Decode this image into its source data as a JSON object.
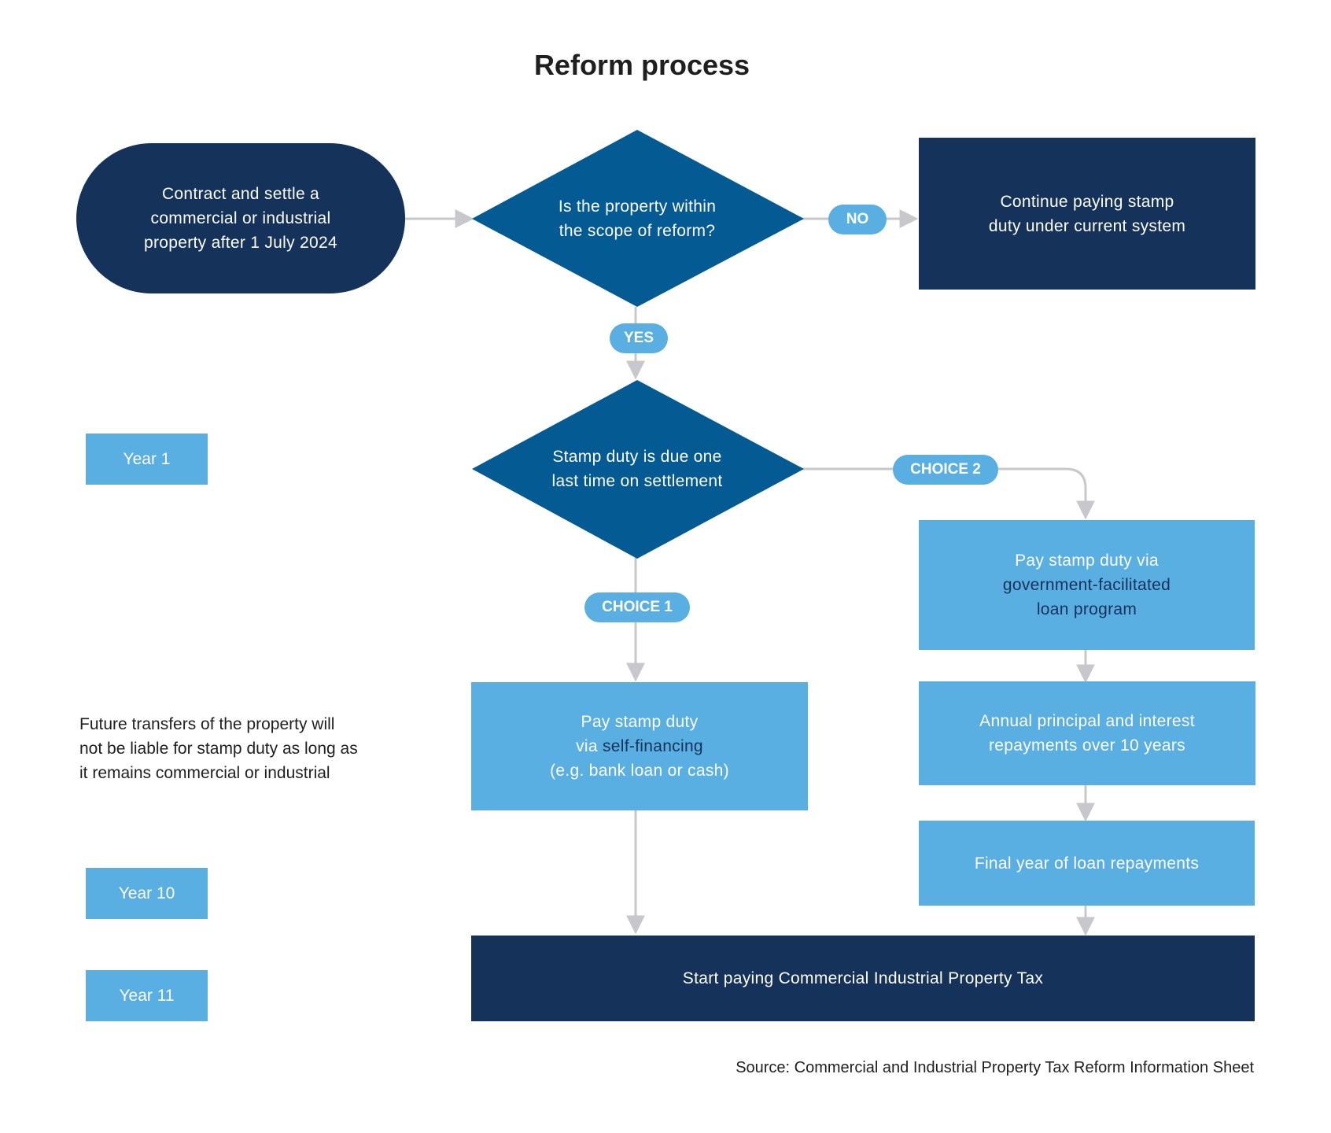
{
  "title": "Reform process",
  "start": {
    "line1": "Contract and settle a",
    "line2": "commercial or industrial",
    "line3": "property after 1 July 2024"
  },
  "decision1": {
    "line1": "Is the property within",
    "line2": "the scope of reform?"
  },
  "no_label": "NO",
  "yes_label": "YES",
  "continue_box": {
    "line1": "Continue paying stamp",
    "line2": "duty under current system"
  },
  "decision2": {
    "line1": "Stamp duty is due one",
    "line2": "last time on settlement"
  },
  "choice1_label": "CHOICE 1",
  "choice2_label": "CHOICE 2",
  "self_financing": {
    "line1": "Pay stamp duty",
    "line2_prefix": "via ",
    "line2_em": "self-financing",
    "line3": "(e.g. bank loan or cash)"
  },
  "loan_program": {
    "line1": "Pay stamp duty via",
    "line2_em": "government-facilitated",
    "line3_em": "loan program"
  },
  "repayments": {
    "line1": "Annual principal and interest",
    "line2": "repayments over 10 years"
  },
  "final_year": "Final year of loan repayments",
  "cipt": "Start paying Commercial Industrial Property Tax",
  "years": {
    "year1": "Year 1",
    "year10": "Year 10",
    "year11": "Year 11"
  },
  "note": {
    "line1": "Future transfers of the property will",
    "line2": "not be liable for stamp duty as long as",
    "line3": "it remains commercial or industrial"
  },
  "source": "Source: Commercial and Industrial Property Tax Reform Information Sheet",
  "colors": {
    "dark_navy": "#14325a",
    "diamond_blue": "#045a93",
    "light_blue": "#59aee2",
    "connector_gray": "#c8c8cc"
  }
}
